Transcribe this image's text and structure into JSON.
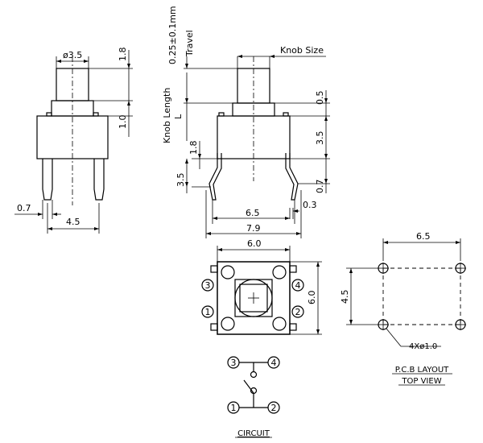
{
  "labels": {
    "dia_35": "ø3.5",
    "dim_18_left": "1.8",
    "dim_10": "1.0",
    "dim_07_left": "0.7",
    "dim_45_left": "4.5",
    "travel_line1": "0.25±0.1mm",
    "travel_line2": "Travel",
    "knob_size": "Knob Size",
    "knob_length_line1": "Knob Length",
    "knob_length_line2": "L",
    "dim_05": "0.5",
    "dim_35_right": "3.5",
    "dim_18_mid": "1.8",
    "dim_35_mid": "3.5",
    "dim_07_right": "0.7",
    "dim_65_front": "6.5",
    "dim_03": "0.3",
    "dim_79": "7.9",
    "dim_60_top": "6.0",
    "dim_60_side": "6.0",
    "pcb_65": "6.5",
    "pcb_45": "4.5",
    "pcb_holes": "4Xø1.0",
    "pcb_title_line1": "P.C.B  LAYOUT",
    "pcb_title_line2": "TOP  VIEW",
    "circuit_title": "CIRCUIT"
  },
  "pins": {
    "top_view": [
      "3",
      "4",
      "1",
      "2"
    ],
    "circuit": [
      "3",
      "4",
      "1",
      "2"
    ]
  }
}
